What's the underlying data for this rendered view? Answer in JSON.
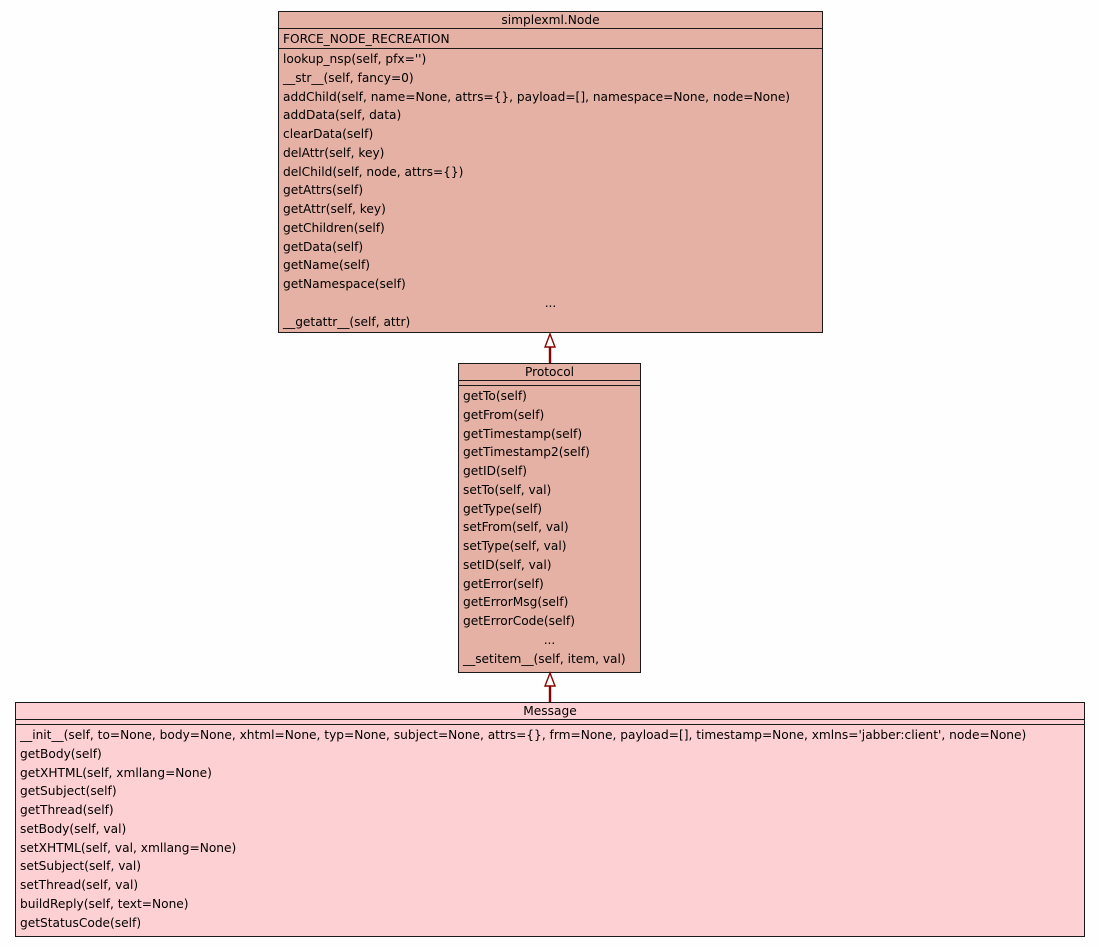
{
  "classes": {
    "node": {
      "name": "simplexml.Node",
      "attributes": [
        "FORCE_NODE_RECREATION"
      ],
      "methods": [
        "lookup_nsp(self, pfx='')",
        "__str__(self, fancy=0)",
        "addChild(self, name=None, attrs={}, payload=[], namespace=None, node=None)",
        "addData(self, data)",
        "clearData(self)",
        "delAttr(self, key)",
        "delChild(self, node, attrs={})",
        "getAttrs(self)",
        "getAttr(self, key)",
        "getChildren(self)",
        "getData(self)",
        "getName(self)",
        "getNamespace(self)",
        "...",
        "__getattr__(self, attr)"
      ]
    },
    "protocol": {
      "name": "Protocol",
      "attributes": [],
      "methods": [
        "getTo(self)",
        "getFrom(self)",
        "getTimestamp(self)",
        "getTimestamp2(self)",
        "getID(self)",
        "setTo(self, val)",
        "getType(self)",
        "setFrom(self, val)",
        "setType(self, val)",
        "setID(self, val)",
        "getError(self)",
        "getErrorMsg(self)",
        "getErrorCode(self)",
        "...",
        "__setitem__(self, item, val)"
      ]
    },
    "message": {
      "name": "Message",
      "attributes": [],
      "methods": [
        "__init__(self, to=None, body=None, xhtml=None, typ=None, subject=None, attrs={}, frm=None, payload=[], timestamp=None, xmlns='jabber:client', node=None)",
        "getBody(self)",
        "getXHTML(self, xmllang=None)",
        "getSubject(self)",
        "getThread(self)",
        "setBody(self, val)",
        "setXHTML(self, val, xmllang=None)",
        "setSubject(self, val)",
        "setThread(self, val)",
        "buildReply(self, text=None)",
        "getStatusCode(self)"
      ]
    }
  },
  "relations": [
    {
      "child": "Protocol",
      "parent": "simplexml.Node",
      "type": "inheritance"
    },
    {
      "child": "Message",
      "parent": "Protocol",
      "type": "inheritance"
    }
  ],
  "colors": {
    "base_class": "#e4b1a4",
    "leaf_class": "#fdd0d3",
    "edge": "#8b0000",
    "border": "#1a1a1a"
  }
}
